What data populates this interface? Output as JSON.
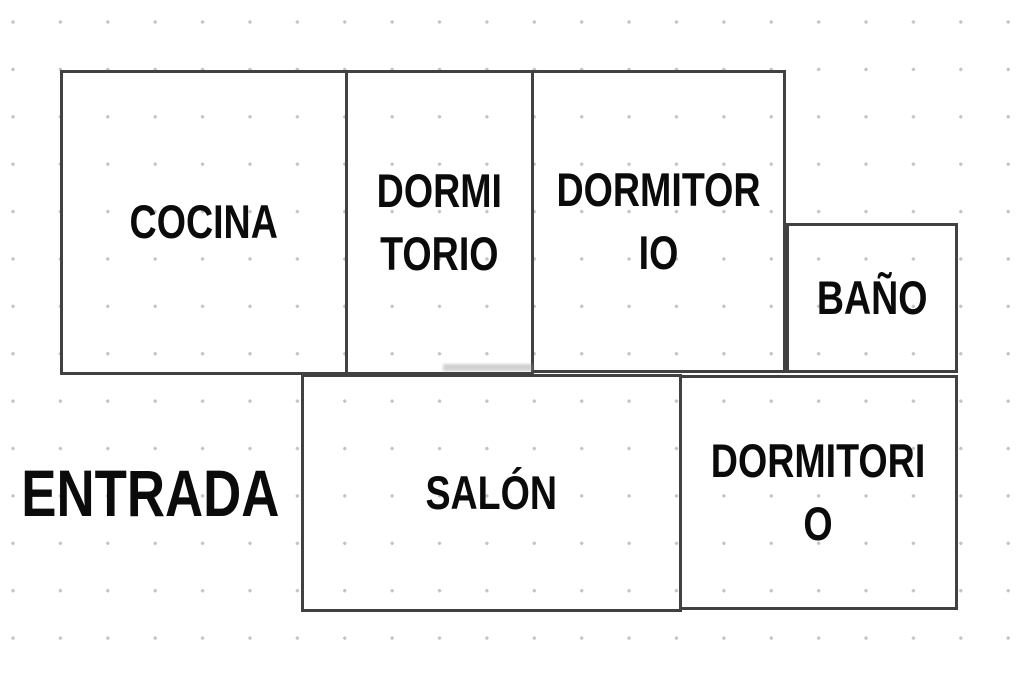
{
  "diagram": {
    "type": "floor-plan",
    "rooms": [
      {
        "id": "cocina",
        "label": "COCINA"
      },
      {
        "id": "dormitorio-1",
        "label": "DORMI\nTORIO"
      },
      {
        "id": "dormitorio-2",
        "label": "DORMITOR\nIO"
      },
      {
        "id": "bano",
        "label": "BAÑO"
      },
      {
        "id": "salon",
        "label": "SALÓN"
      },
      {
        "id": "dormitorio-3",
        "label": "DORMITORI\nO"
      }
    ],
    "outside_label": "ENTRADA"
  },
  "colors": {
    "background": "#ffffff",
    "grid_dot": "#c2c2d0",
    "wall": "#414141",
    "text": "#0b0b0b"
  }
}
